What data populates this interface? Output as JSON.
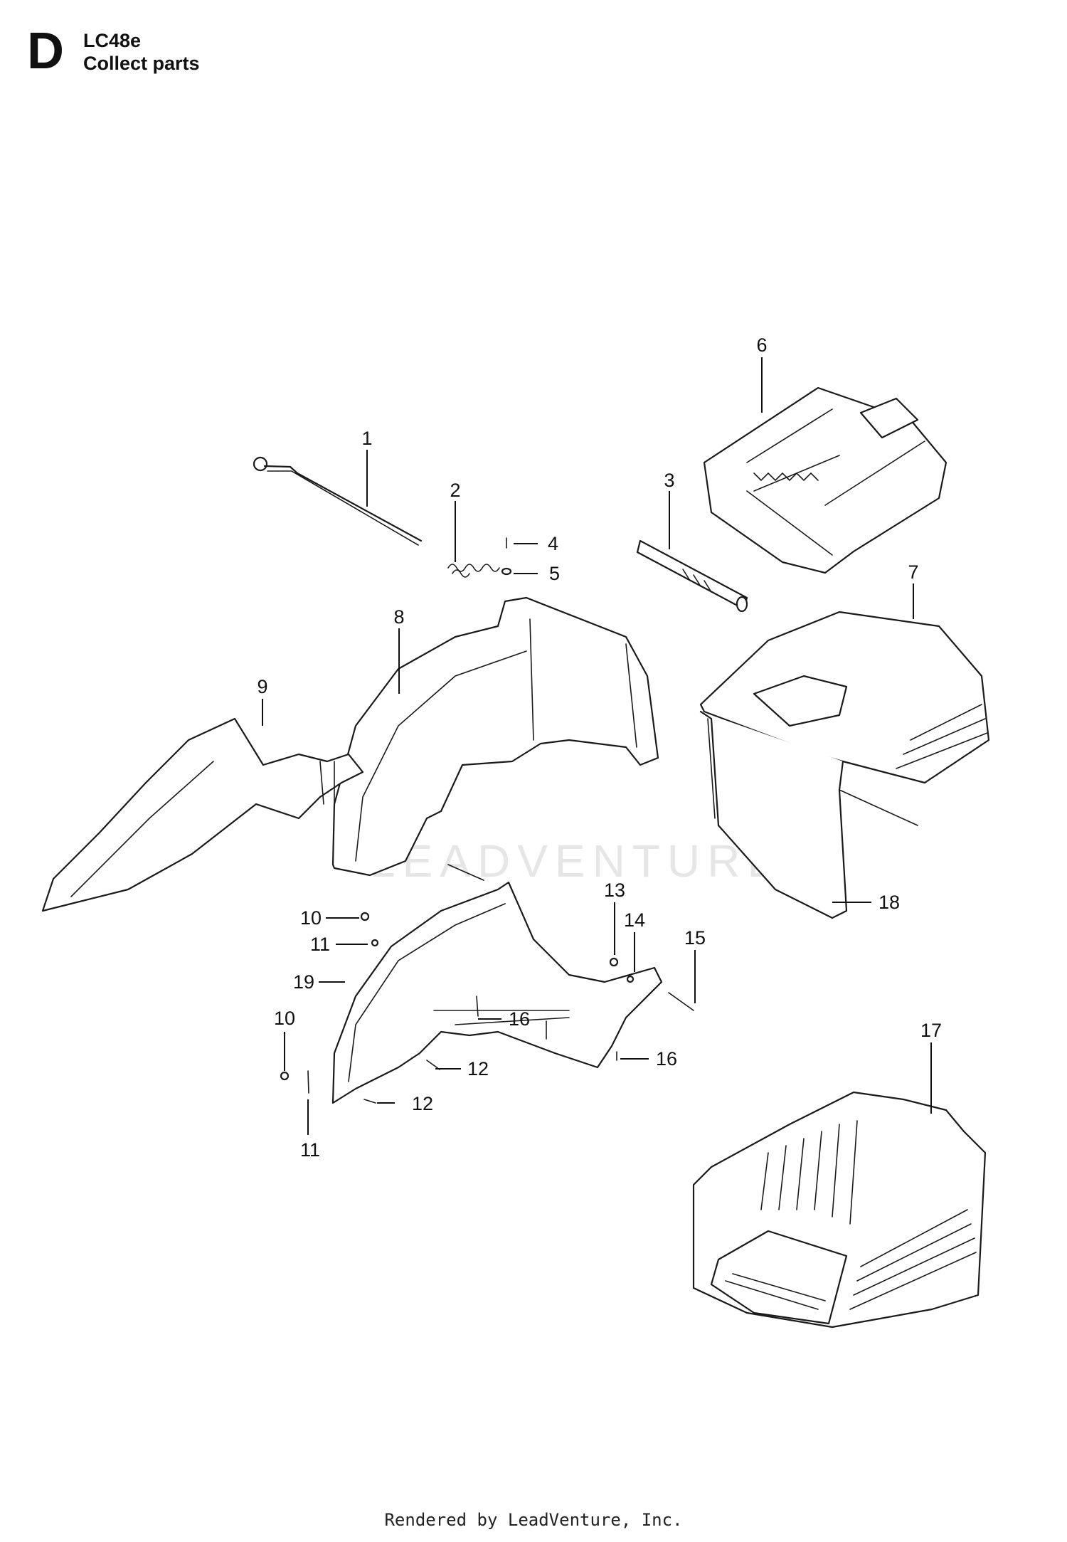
{
  "header": {
    "section_letter": "D",
    "model": "LC48e",
    "title": "Collect parts"
  },
  "watermark": "LEADVENTURE",
  "callouts": [
    "1",
    "2",
    "3",
    "4",
    "5",
    "6",
    "7",
    "8",
    "9",
    "10",
    "11",
    "19",
    "13",
    "14",
    "15",
    "16",
    "10",
    "11",
    "12",
    "12",
    "16",
    "18",
    "17"
  ],
  "footer": "Rendered by LeadVenture, Inc."
}
